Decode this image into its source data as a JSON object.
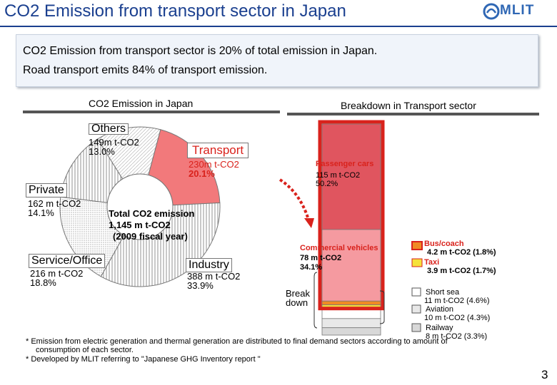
{
  "header": {
    "title": "CO2 Emission from transport sector in Japan",
    "logo_text": "MLIT"
  },
  "summary": {
    "line1": "CO2 Emission from transport sector is 20% of total emission in Japan.",
    "line2": "Road transport emits 84% of transport emission."
  },
  "colors": {
    "title_blue": "#1a3f8f",
    "transport_fill": "#f2797b",
    "accent_red": "#d9221c",
    "orange": "#f08a24",
    "yellow": "#f5e23a"
  },
  "chart_data": [
    {
      "type": "pie",
      "title": "CO2 Emission  in Japan",
      "center_label": [
        "Total CO2 emission",
        "1,145 m t-CO2",
        "(2009 fiscal year)"
      ],
      "total": 1145,
      "unit": "m t-CO2",
      "slices": [
        {
          "name": "Transport",
          "value": 230,
          "value_label": "230m t-CO2",
          "percent": 20.1,
          "percent_label": "20.1%",
          "pattern": "solid-red"
        },
        {
          "name": "Industry",
          "value": 388,
          "value_label": "388 m t-CO2",
          "percent": 33.9,
          "percent_label": "33.9%",
          "pattern": "vertical"
        },
        {
          "name": "Service/Office",
          "value": 216,
          "value_label": "216 m t-CO2",
          "percent": 18.8,
          "percent_label": "18.8%",
          "pattern": "dots"
        },
        {
          "name": "Private",
          "value": 162,
          "value_label": "162 m t-CO2",
          "percent": 14.1,
          "percent_label": "14.1%",
          "pattern": "vertical"
        },
        {
          "name": "Others",
          "value": 149,
          "value_label": "149m t-CO2",
          "percent": 13.0,
          "percent_label": "13.0%",
          "pattern": "plain"
        }
      ]
    },
    {
      "type": "bar",
      "stacked": true,
      "title": "Breakdown in Transport sector",
      "total": 230,
      "unit": "m t-CO2",
      "bracket_label": [
        "Break",
        "down"
      ],
      "segments": [
        {
          "name": "Passenger cars",
          "value": 115,
          "value_label": "115 m t-CO2",
          "percent": 50.2,
          "percent_label": "50.2%",
          "color": "#e0555f"
        },
        {
          "name": "Commercial vehicles",
          "value": 78,
          "value_label": "78 m t-CO2",
          "percent": 34.1,
          "percent_label": "34.1%",
          "color": "#f59aa0"
        },
        {
          "name": "Bus/coach",
          "value": 4.2,
          "value_label": "4.2 m t-CO2 (1.8%)",
          "percent": 1.8,
          "color": "#f08a24"
        },
        {
          "name": "Taxi",
          "value": 3.9,
          "value_label": "3.9 m t-CO2 (1.7%)",
          "percent": 1.7,
          "color": "#f5e23a"
        },
        {
          "name": "Short sea",
          "value": 11,
          "value_label": "11 m t-CO2 (4.6%)",
          "percent": 4.6,
          "color": "#ffffff"
        },
        {
          "name": "Aviation",
          "value": 10,
          "value_label": "10 m t-CO2 (4.3%)",
          "percent": 4.3,
          "color": "#e8e8e8"
        },
        {
          "name": "Railway",
          "value": 8,
          "value_label": "8 m t-CO2 (3.3%)",
          "percent": 3.3,
          "color": "#d8d8d8"
        }
      ]
    }
  ],
  "notes": {
    "line1": "* Emission from electric generation and thermal generation are distributed to final demand sectors according to amount of",
    "line2": "consumption of each sector.",
    "line3": "* Developed by MLIT referring to \"Japanese GHG Inventory report \""
  },
  "page_number": "3"
}
